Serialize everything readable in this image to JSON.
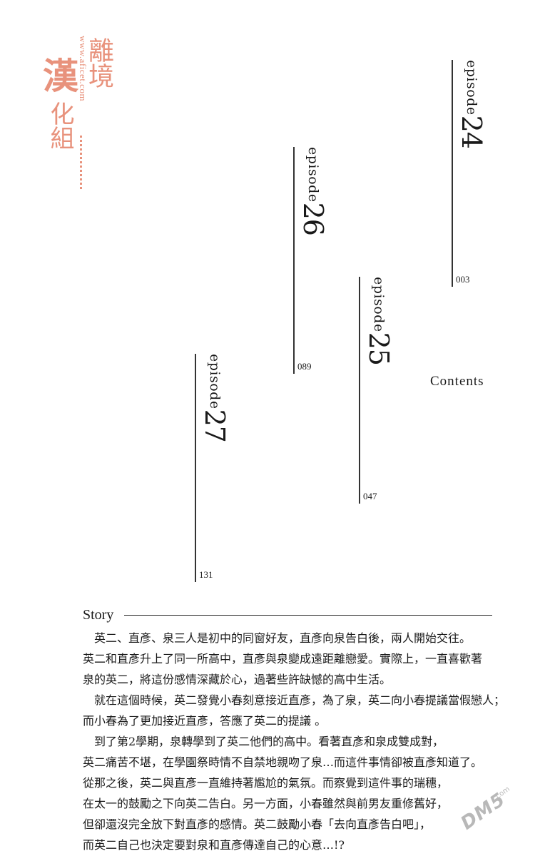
{
  "watermark": {
    "han": "漢",
    "li_jing": "離境",
    "hua_zu": "化組",
    "url": "www.aficet.com",
    "site_mark": "DM5",
    "site_mark_suffix": ".com"
  },
  "episodes": [
    {
      "word": "episode",
      "number": "24",
      "page": "003"
    },
    {
      "word": "episode",
      "number": "26",
      "page": "089"
    },
    {
      "word": "episode",
      "number": "25",
      "page": "047"
    },
    {
      "word": "episode",
      "number": "27",
      "page": "131"
    }
  ],
  "contents_label": "Contents",
  "story": {
    "title": "Story",
    "lines": [
      "英二、直彥、泉三人是初中的同窗好友，直彥向泉告白後，兩人開始交往。",
      "英二和直彥升上了同一所高中，直彥與泉變成遠距離戀愛。實際上，一直喜歡著",
      "泉的英二，將這份感情深藏於心，過著些許缺憾的高中生活。",
      "就在這個時候，英二發覺小春刻意接近直彥，為了泉，英二向小春提議當假戀人；",
      "而小春為了更加接近直彥，答應了英二的提議 。",
      "到了第2學期，泉轉學到了英二他們的高中。看著直彥和泉成雙成對，",
      "英二痛苦不堪，在學園祭時情不自禁地親吻了泉…而這件事情卻被直彥知道了。",
      "從那之後，英二與直彥一直維持著尷尬的氣氛。而察覺到這件事的瑞穗，",
      "在太一的鼓勵之下向英二告白。另一方面，小春雖然與前男友重修舊好，",
      "但卻還沒完全放下對直彥的感情。英二鼓勵小春「去向直彥告白吧」，",
      "而英二自己也決定要對泉和直彥傳達自己的心意…!?"
    ]
  }
}
